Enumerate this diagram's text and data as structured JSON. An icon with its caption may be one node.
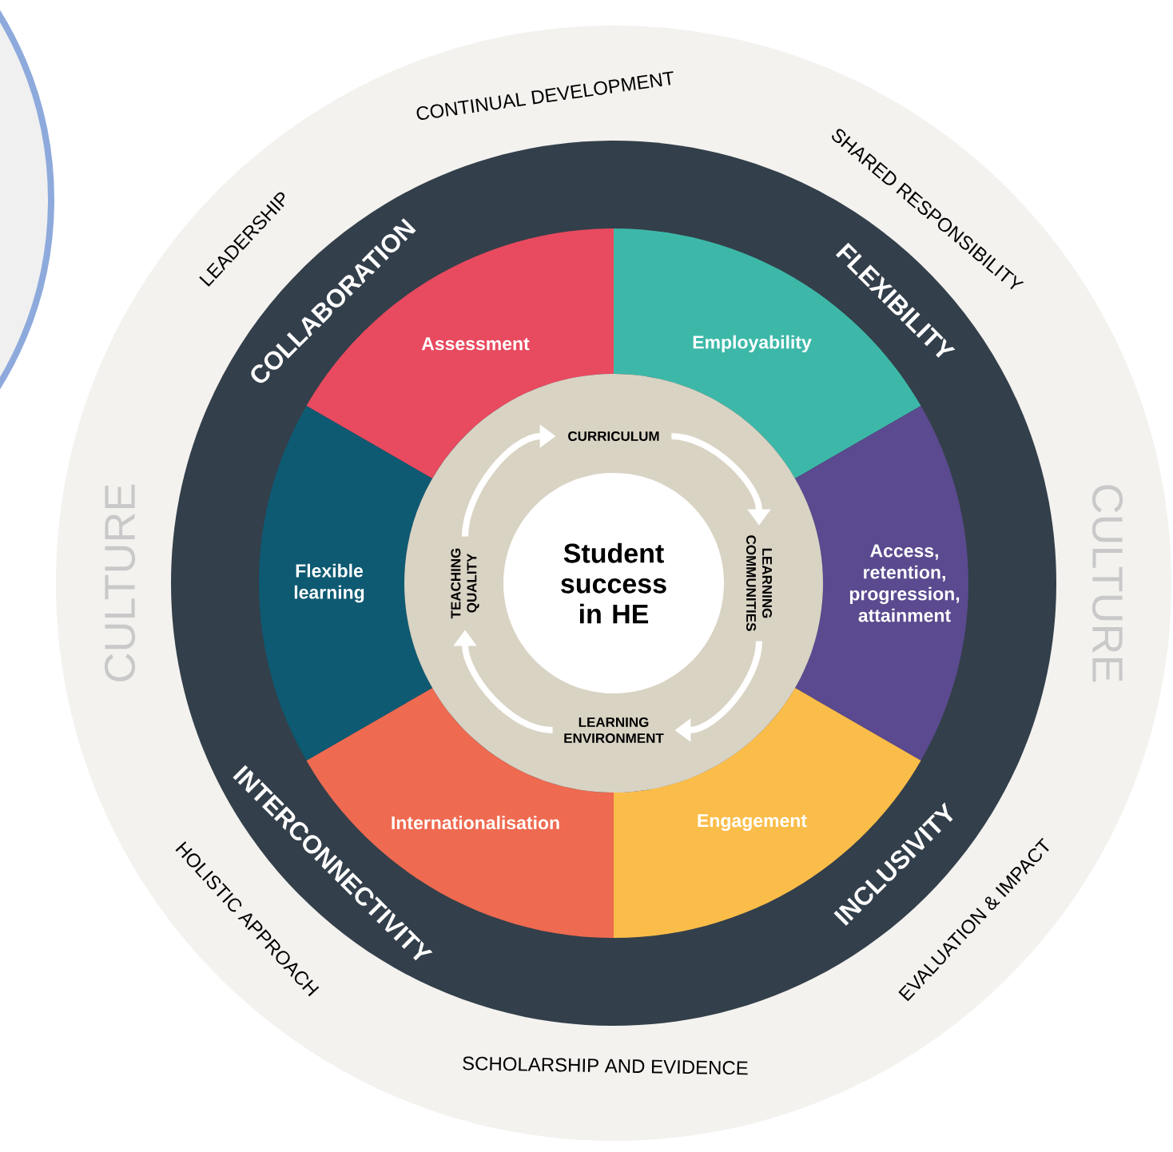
{
  "diagram": {
    "nodes": [
      {
        "text": [
          "Assessment"
        ]
      },
      {
        "text": [
          "Employability"
        ]
      },
      {
        "text": [
          "Access, retention, progression, attainment"
        ]
      },
      {
        "text": [
          "Engagement"
        ]
      },
      {
        "text": [
          "Internationalisation"
        ]
      },
      {
        "text": [
          "Flexible learning"
        ]
      },
      {
        "text": [
          "Student success in HE"
        ]
      },
      {
        "text": [
          "CURRICULUM"
        ]
      },
      {
        "text": [
          "LEARNING COMMUNITIES"
        ]
      },
      {
        "text": [
          "LEARNING ENVIRONMENT"
        ]
      },
      {
        "text": [
          "TEACHING QUALITY"
        ]
      }
    ],
    "edges": [
      {
        "from": 10,
        "to": 7,
        "arrow": "to"
      },
      {
        "from": 7,
        "to": 8,
        "arrow": "to"
      },
      {
        "from": 8,
        "to": 9,
        "arrow": "to"
      },
      {
        "from": 9,
        "to": 10,
        "arrow": "to"
      }
    ],
    "labels": [
      "CONTINUAL DEVELOPMENT",
      "SHARED RESPONSIBILITY",
      "LEADERSHIP",
      "COLLABORATION",
      "FLEXIBILITY",
      "CULTURE",
      "CULTURE",
      "INTERCONNECTIVITY",
      "INCLUSIVITY",
      "HOLISTIC APPROACH",
      "EVALUATION & IMPACT",
      "SCHOLARSHIP AND EVIDENCE"
    ]
  }
}
